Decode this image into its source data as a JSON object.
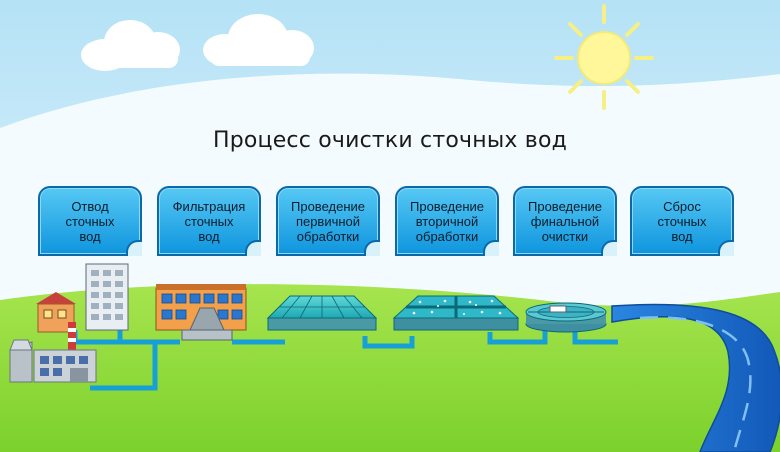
{
  "title": "Процесс очистки сточных вод",
  "steps": [
    {
      "label": "Отвод\nсточных\nвод"
    },
    {
      "label": "Фильтрация\nсточных\nвод"
    },
    {
      "label": "Проведение\nпервичной\nобработки"
    },
    {
      "label": "Проведение\nвторичной\nобработки"
    },
    {
      "label": "Проведение\nфинальной\nочистки"
    },
    {
      "label": "Сброс\nсточных\nвод"
    }
  ],
  "colors": {
    "sky": "#bfe6f7",
    "grass": "#8fdc3a",
    "box_fill": "#2ab1ee",
    "pipe": "#22a6d8",
    "river": "#1e73d6",
    "sun": "#fff59a"
  }
}
